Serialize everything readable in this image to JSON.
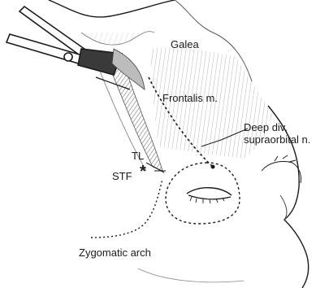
{
  "labels": {
    "galea": "Galea",
    "frontalis": "Frontalis m.",
    "deep_div_line1": "Deep div.",
    "deep_div_line2": "supraorbital n.",
    "tl": "TL",
    "stf": "STF",
    "star": "*",
    "zygomatic": "Zygomatic arch"
  },
  "colors": {
    "ink": "#1a1a1a",
    "hatch": "#9a9a9a",
    "paper": "#ffffff"
  }
}
